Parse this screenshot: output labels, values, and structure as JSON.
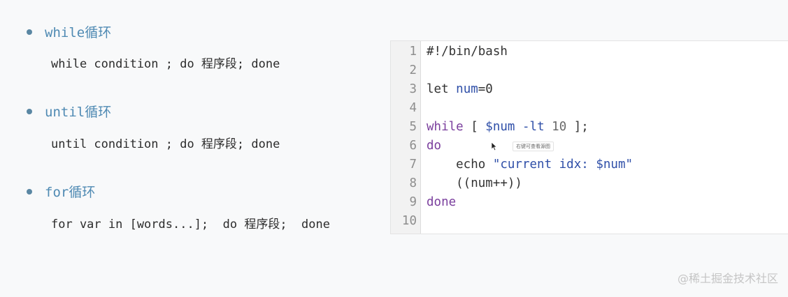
{
  "bullets": [
    {
      "title": "while循环",
      "syntax": "while condition ; do 程序段; done"
    },
    {
      "title": "until循环",
      "syntax": "until condition ; do 程序段; done"
    },
    {
      "title": "for循环",
      "syntax": "for var in [words...];  do 程序段;  done"
    }
  ],
  "editor": {
    "lines": [
      {
        "number": "1",
        "tokens": [
          {
            "text": "#!/bin/bash",
            "kind": "plain"
          }
        ]
      },
      {
        "number": "2",
        "tokens": []
      },
      {
        "number": "3",
        "tokens": [
          {
            "text": "let ",
            "kind": "plain"
          },
          {
            "text": "num",
            "kind": "var"
          },
          {
            "text": "=0",
            "kind": "plain"
          }
        ]
      },
      {
        "number": "4",
        "tokens": []
      },
      {
        "number": "5",
        "tokens": [
          {
            "text": "while",
            "kind": "kw"
          },
          {
            "text": " [ ",
            "kind": "plain"
          },
          {
            "text": "$num",
            "kind": "var"
          },
          {
            "text": " ",
            "kind": "plain"
          },
          {
            "text": "-lt",
            "kind": "op"
          },
          {
            "text": " ",
            "kind": "plain"
          },
          {
            "text": "10",
            "kind": "num"
          },
          {
            "text": " ];",
            "kind": "plain"
          }
        ]
      },
      {
        "number": "6",
        "tokens": [
          {
            "text": "do",
            "kind": "kw"
          }
        ]
      },
      {
        "number": "7",
        "tokens": [
          {
            "text": "    echo ",
            "kind": "plain"
          },
          {
            "text": "\"current idx: ",
            "kind": "str"
          },
          {
            "text": "$num",
            "kind": "var"
          },
          {
            "text": "\"",
            "kind": "str"
          }
        ]
      },
      {
        "number": "8",
        "tokens": [
          {
            "text": "    ((num++))",
            "kind": "plain"
          }
        ]
      },
      {
        "number": "9",
        "tokens": [
          {
            "text": "done",
            "kind": "kw"
          }
        ]
      },
      {
        "number": "10",
        "tokens": []
      }
    ],
    "tooltip": "右键可查看源图"
  },
  "watermark": "@稀土掘金技术社区",
  "colors": {
    "bullet_title": "#4f8ab3",
    "keyword": "#7a3e9d",
    "variable": "#2f4fa8"
  },
  "icons": {
    "cursor": "mouse-pointer-icon"
  }
}
